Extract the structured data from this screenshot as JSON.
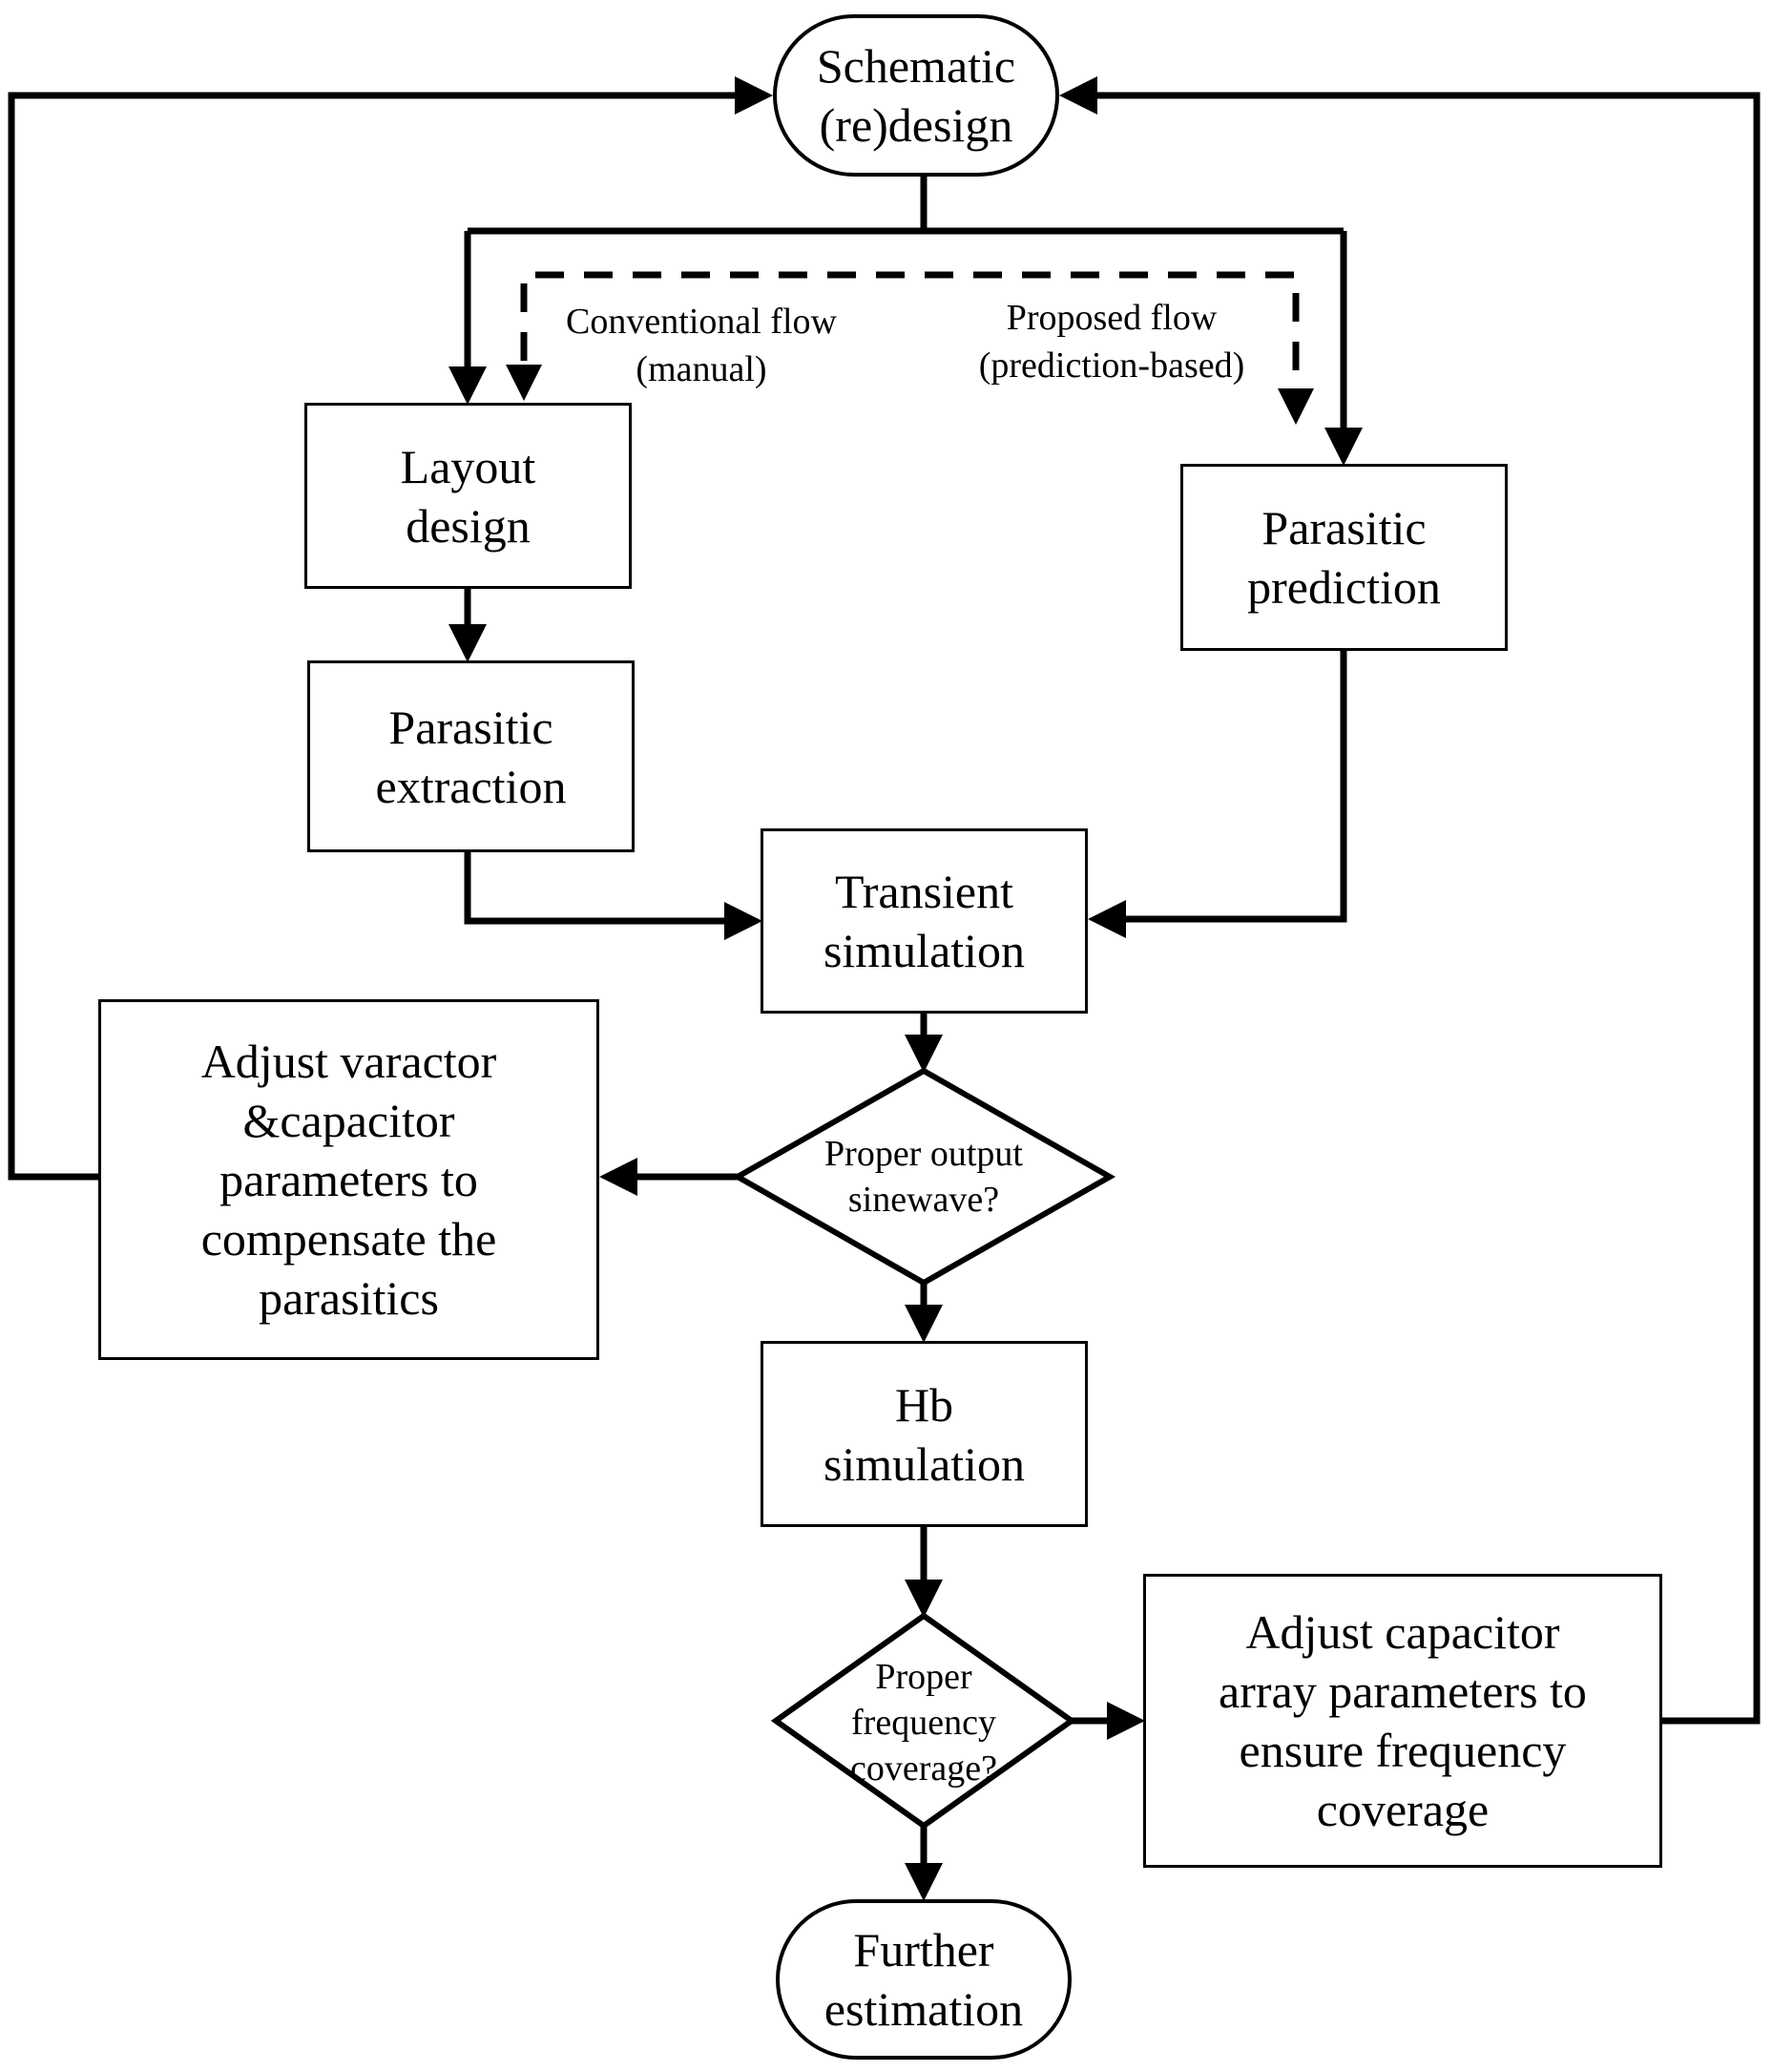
{
  "diagram": {
    "type": "flowchart",
    "colors": {
      "line": "#000000",
      "background": "#ffffff",
      "text": "#000000"
    },
    "nodes": {
      "schematic": {
        "label": "Schematic\n(re)design",
        "shape": "terminator"
      },
      "layout": {
        "label": "Layout\ndesign",
        "shape": "process"
      },
      "extraction": {
        "label": "Parasitic\nextraction",
        "shape": "process"
      },
      "prediction": {
        "label": "Parasitic\nprediction",
        "shape": "process"
      },
      "transient": {
        "label": "Transient\nsimulation",
        "shape": "process"
      },
      "sinewave": {
        "label": "Proper output\nsinewave?",
        "shape": "decision"
      },
      "adjust_varactor": {
        "label": "Adjust varactor\n&capacitor\nparameters to\ncompensate the\nparasitics",
        "shape": "process"
      },
      "hb": {
        "label": "Hb\nsimulation",
        "shape": "process"
      },
      "coverage": {
        "label": "Proper\nfrequency\ncoverage?",
        "shape": "decision"
      },
      "adjust_capacitor": {
        "label": "Adjust capacitor\narray parameters to\nensure frequency\ncoverage",
        "shape": "process"
      },
      "further": {
        "label": "Further\nestimation",
        "shape": "terminator"
      }
    },
    "edge_labels": {
      "conventional": "Conventional flow\n(manual)",
      "proposed": "Proposed  flow\n(prediction-based)"
    }
  }
}
